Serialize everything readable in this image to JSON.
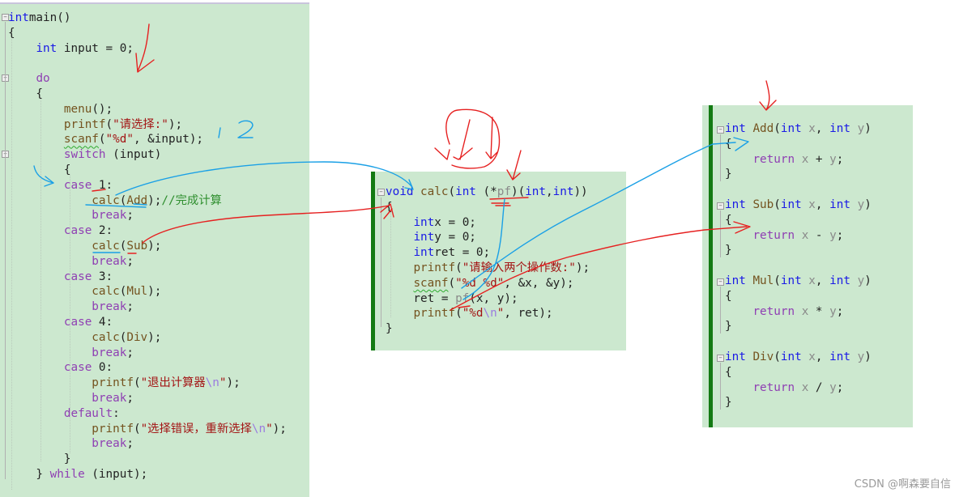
{
  "left_code": {
    "title": "main function",
    "lines": [
      {
        "tokens": [
          [
            "kw",
            "int"
          ],
          [
            "",
            "main()"
          ]
        ]
      },
      {
        "tokens": [
          [
            "",
            "{"
          ]
        ]
      },
      {
        "tokens": [
          [
            "",
            "    "
          ],
          [
            "kw",
            "int"
          ],
          [
            "",
            " input = 0;"
          ]
        ]
      },
      {
        "tokens": [
          [
            "",
            ""
          ]
        ]
      },
      {
        "tokens": [
          [
            "",
            "    "
          ],
          [
            "ctl",
            "do"
          ]
        ]
      },
      {
        "tokens": [
          [
            "",
            "    {"
          ]
        ]
      },
      {
        "tokens": [
          [
            "",
            "        "
          ],
          [
            "fn",
            "menu"
          ],
          [
            "",
            "();"
          ]
        ]
      },
      {
        "tokens": [
          [
            "",
            "        "
          ],
          [
            "fn",
            "printf"
          ],
          [
            "",
            "("
          ],
          [
            "str",
            "\"请选择:\""
          ],
          [
            "",
            ");"
          ]
        ]
      },
      {
        "tokens": [
          [
            "",
            "        "
          ],
          [
            "fn",
            "scanf"
          ],
          [
            "",
            "("
          ],
          [
            "str",
            "\"%d\""
          ],
          [
            "",
            ", &input);"
          ]
        ]
      },
      {
        "tokens": [
          [
            "",
            "        "
          ],
          [
            "ctl",
            "switch"
          ],
          [
            "",
            " (input)"
          ]
        ]
      },
      {
        "tokens": [
          [
            "",
            "        {"
          ]
        ]
      },
      {
        "tokens": [
          [
            "",
            "        "
          ],
          [
            "ctl",
            "case"
          ],
          [
            "",
            " 1:"
          ]
        ]
      },
      {
        "tokens": [
          [
            "",
            "            "
          ],
          [
            "fn",
            "calc"
          ],
          [
            "",
            "("
          ],
          [
            "fn",
            "Add"
          ],
          [
            "",
            ");"
          ],
          [
            "cmt",
            "//完成计算"
          ]
        ]
      },
      {
        "tokens": [
          [
            "",
            "            "
          ],
          [
            "ctl",
            "break"
          ],
          [
            "",
            ";"
          ]
        ]
      },
      {
        "tokens": [
          [
            "",
            "        "
          ],
          [
            "ctl",
            "case"
          ],
          [
            "",
            " 2:"
          ]
        ]
      },
      {
        "tokens": [
          [
            "",
            "            "
          ],
          [
            "fn",
            "calc"
          ],
          [
            "",
            "("
          ],
          [
            "fn",
            "Sub"
          ],
          [
            "",
            ");"
          ]
        ]
      },
      {
        "tokens": [
          [
            "",
            "            "
          ],
          [
            "ctl",
            "break"
          ],
          [
            "",
            ";"
          ]
        ]
      },
      {
        "tokens": [
          [
            "",
            "        "
          ],
          [
            "ctl",
            "case"
          ],
          [
            "",
            " 3:"
          ]
        ]
      },
      {
        "tokens": [
          [
            "",
            "            "
          ],
          [
            "fn",
            "calc"
          ],
          [
            "",
            "("
          ],
          [
            "fn",
            "Mul"
          ],
          [
            "",
            ");"
          ]
        ]
      },
      {
        "tokens": [
          [
            "",
            "            "
          ],
          [
            "ctl",
            "break"
          ],
          [
            "",
            ";"
          ]
        ]
      },
      {
        "tokens": [
          [
            "",
            "        "
          ],
          [
            "ctl",
            "case"
          ],
          [
            "",
            " 4:"
          ]
        ]
      },
      {
        "tokens": [
          [
            "",
            "            "
          ],
          [
            "fn",
            "calc"
          ],
          [
            "",
            "("
          ],
          [
            "fn",
            "Div"
          ],
          [
            "",
            ");"
          ]
        ]
      },
      {
        "tokens": [
          [
            "",
            "            "
          ],
          [
            "ctl",
            "break"
          ],
          [
            "",
            ";"
          ]
        ]
      },
      {
        "tokens": [
          [
            "",
            "        "
          ],
          [
            "ctl",
            "case"
          ],
          [
            "",
            " 0:"
          ]
        ]
      },
      {
        "tokens": [
          [
            "",
            "            "
          ],
          [
            "fn",
            "printf"
          ],
          [
            "",
            "("
          ],
          [
            "str",
            "\"退出计算器"
          ],
          [
            "esc",
            "\\n"
          ],
          [
            "str",
            "\""
          ],
          [
            "",
            ");"
          ]
        ]
      },
      {
        "tokens": [
          [
            "",
            "            "
          ],
          [
            "ctl",
            "break"
          ],
          [
            "",
            ";"
          ]
        ]
      },
      {
        "tokens": [
          [
            "",
            "        "
          ],
          [
            "ctl",
            "default"
          ],
          [
            "",
            ":"
          ]
        ]
      },
      {
        "tokens": [
          [
            "",
            "            "
          ],
          [
            "fn",
            "printf"
          ],
          [
            "",
            "("
          ],
          [
            "str",
            "\"选择错误，重新选择"
          ],
          [
            "esc",
            "\\n"
          ],
          [
            "str",
            "\""
          ],
          [
            "",
            ");"
          ]
        ]
      },
      {
        "tokens": [
          [
            "",
            "            "
          ],
          [
            "ctl",
            "break"
          ],
          [
            "",
            ";"
          ]
        ]
      },
      {
        "tokens": [
          [
            "",
            "        }"
          ]
        ]
      },
      {
        "tokens": [
          [
            "",
            "    } "
          ],
          [
            "ctl",
            "while"
          ],
          [
            "",
            " (input);"
          ]
        ]
      }
    ]
  },
  "mid_code": {
    "title": "calc function",
    "lines": [
      {
        "tokens": [
          [
            "kw",
            "void"
          ],
          [
            "",
            " "
          ],
          [
            "fn",
            "calc"
          ],
          [
            "",
            "("
          ],
          [
            "kw",
            "int"
          ],
          [
            "",
            " (*"
          ],
          [
            "par",
            "pf"
          ],
          [
            "",
            ")("
          ],
          [
            "kw",
            "int"
          ],
          [
            "",
            ","
          ],
          [
            "kw",
            "int"
          ],
          [
            "",
            "))"
          ]
        ]
      },
      {
        "tokens": [
          [
            "",
            "{"
          ]
        ]
      },
      {
        "tokens": [
          [
            "",
            "    "
          ],
          [
            "kw",
            "int"
          ],
          [
            "",
            "x = 0;"
          ]
        ]
      },
      {
        "tokens": [
          [
            "",
            "    "
          ],
          [
            "kw",
            "int"
          ],
          [
            "",
            "y = 0;"
          ]
        ]
      },
      {
        "tokens": [
          [
            "",
            "    "
          ],
          [
            "kw",
            "int"
          ],
          [
            "",
            "ret = 0;"
          ]
        ]
      },
      {
        "tokens": [
          [
            "",
            "    "
          ],
          [
            "fn",
            "printf"
          ],
          [
            "",
            "("
          ],
          [
            "str",
            "\"请输入两个操作数:\""
          ],
          [
            "",
            ");"
          ]
        ]
      },
      {
        "tokens": [
          [
            "",
            "    "
          ],
          [
            "fn",
            "scanf"
          ],
          [
            "",
            "("
          ],
          [
            "str",
            "\"%d %d\""
          ],
          [
            "",
            ", &x, &y);"
          ]
        ]
      },
      {
        "tokens": [
          [
            "",
            "    ret = "
          ],
          [
            "par",
            "pf"
          ],
          [
            "",
            "(x, y);"
          ]
        ]
      },
      {
        "tokens": [
          [
            "",
            "    "
          ],
          [
            "fn",
            "printf"
          ],
          [
            "",
            "("
          ],
          [
            "str",
            "\"%d"
          ],
          [
            "esc",
            "\\n"
          ],
          [
            "str",
            "\""
          ],
          [
            "",
            ", ret);"
          ]
        ]
      },
      {
        "tokens": [
          [
            "",
            "}"
          ]
        ]
      }
    ]
  },
  "right_code": {
    "title": "operation functions",
    "functions": [
      {
        "name": "Add",
        "op": "+"
      },
      {
        "name": "Sub",
        "op": "-"
      },
      {
        "name": "Mul",
        "op": "*"
      },
      {
        "name": "Div",
        "op": "/"
      }
    ],
    "kw_int": "int",
    "kw_return": "return",
    "param_x": "x",
    "param_y": "y"
  },
  "annotations": {
    "handwritten_numbers": "1  2",
    "colors": {
      "red": "#e62020",
      "blue": "#1aa0e6",
      "panel_bg": "#cce8cf",
      "green_bar": "#137a13"
    }
  },
  "watermark": "CSDN @啊森要自信"
}
